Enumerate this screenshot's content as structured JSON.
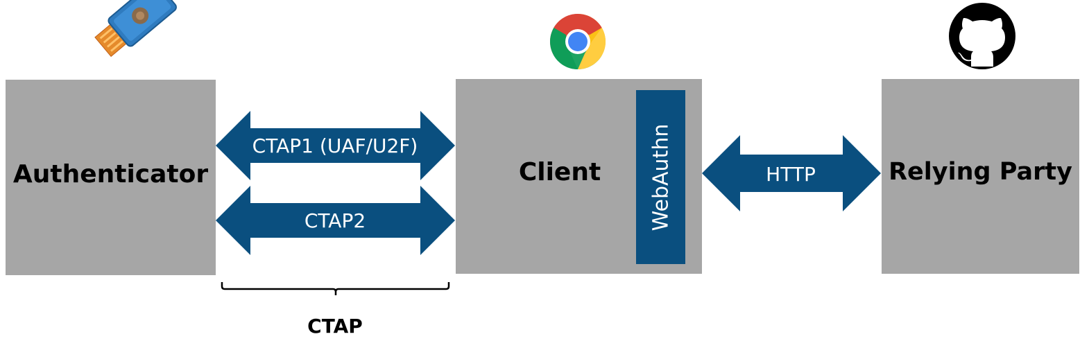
{
  "nodes": {
    "authenticator": {
      "label": "Authenticator",
      "icon": "usb-security-key-icon"
    },
    "client": {
      "label": "Client",
      "icon": "chrome-browser-icon",
      "inner_component": "WebAuthn"
    },
    "relying_party": {
      "label": "Relying Party",
      "icon": "github-icon"
    }
  },
  "edges": {
    "ctap1": {
      "label": "CTAP1 (UAF/U2F)",
      "from": "Authenticator",
      "to": "Client",
      "direction": "bidirectional"
    },
    "ctap2": {
      "label": "CTAP2",
      "from": "Authenticator",
      "to": "Client",
      "direction": "bidirectional"
    },
    "http": {
      "label": "HTTP",
      "from": "Client",
      "to": "Relying Party",
      "direction": "bidirectional"
    }
  },
  "brace": {
    "label": "CTAP"
  },
  "colors": {
    "box_fill": "#a6a6a6",
    "arrow_fill": "#0a4f7f",
    "label_text": "#000000",
    "arrow_text": "#ffffff"
  }
}
